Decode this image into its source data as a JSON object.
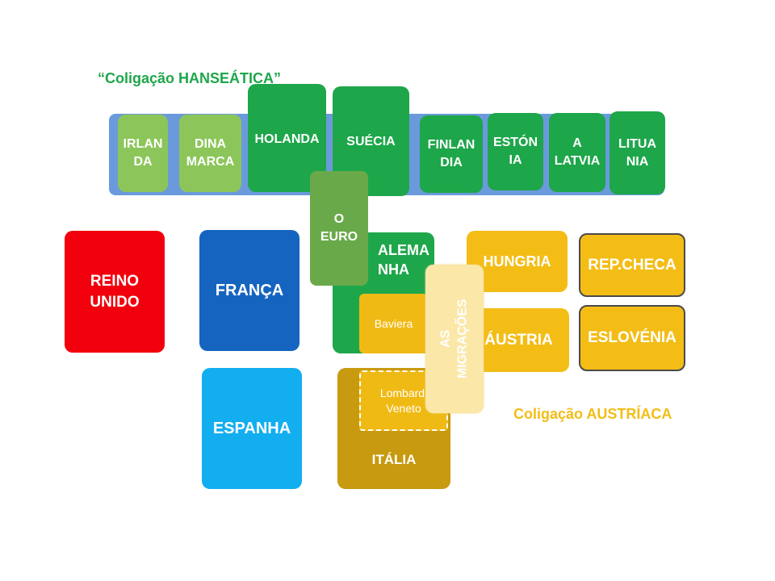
{
  "captions": {
    "hanseatica": "“Coligação  HANSEÁTICA”",
    "austriaca": "Coligação  AUSTRÍACA"
  },
  "countries": {
    "irlanda": "IRLAN\nDA",
    "dinamarca": "DINA\nMARCA",
    "holanda": "HOLANDA",
    "suecia": "SUÉCIA",
    "finlandia": "FINLAN\nDIA",
    "estonia": "ESTÓN\nIA",
    "latvia": "A\nLATVIA",
    "lituania": "LITUA\nNIA",
    "reino_unido": "REINO\nUNIDO",
    "franca": "FRANÇA",
    "espanha": "ESPANHA",
    "alemanha": "ALEMA\nNHA",
    "baviera": "Baviera",
    "lombardia_veneto": "Lombardi\nVeneto",
    "italia": "ITÁLIA",
    "hungria": "HUNGRIA",
    "austria": "ÁUSTRIA",
    "rep_checa": "REP.CHECA",
    "eslovenia": "ESLOVÉNIA"
  },
  "labels": {
    "euro": "O\nEURO",
    "migracoes": "AS\nMIGRAÇÕES"
  },
  "colors": {
    "hanseatic_green": "#1ea64a",
    "austrian_yellow": "#f3bd16",
    "band_blue": "#5b8fd8"
  }
}
